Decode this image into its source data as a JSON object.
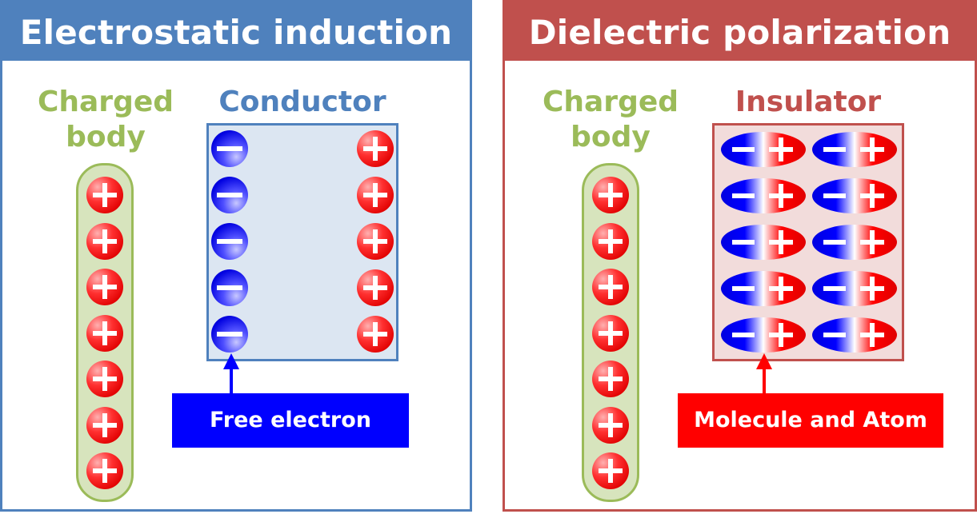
{
  "left_panel": {
    "title": "Electrostatic induction",
    "charged_body_label": "Charged body",
    "object_label": "Conductor",
    "callout": "Free electron",
    "charged_body_charge_count": 7,
    "conductor_rows": 5
  },
  "right_panel": {
    "title": "Dielectric polarization",
    "charged_body_label": "Charged body",
    "object_label": "Insulator",
    "callout": "Molecule and Atom",
    "charged_body_charge_count": 7,
    "insulator_rows": 5,
    "insulator_cols": 2
  },
  "colors": {
    "induction_accent": "#4f81bd",
    "polarization_accent": "#c0504d",
    "charged_body_text": "#9bbb59",
    "positive": "#ff0000",
    "negative": "#0000ff"
  }
}
